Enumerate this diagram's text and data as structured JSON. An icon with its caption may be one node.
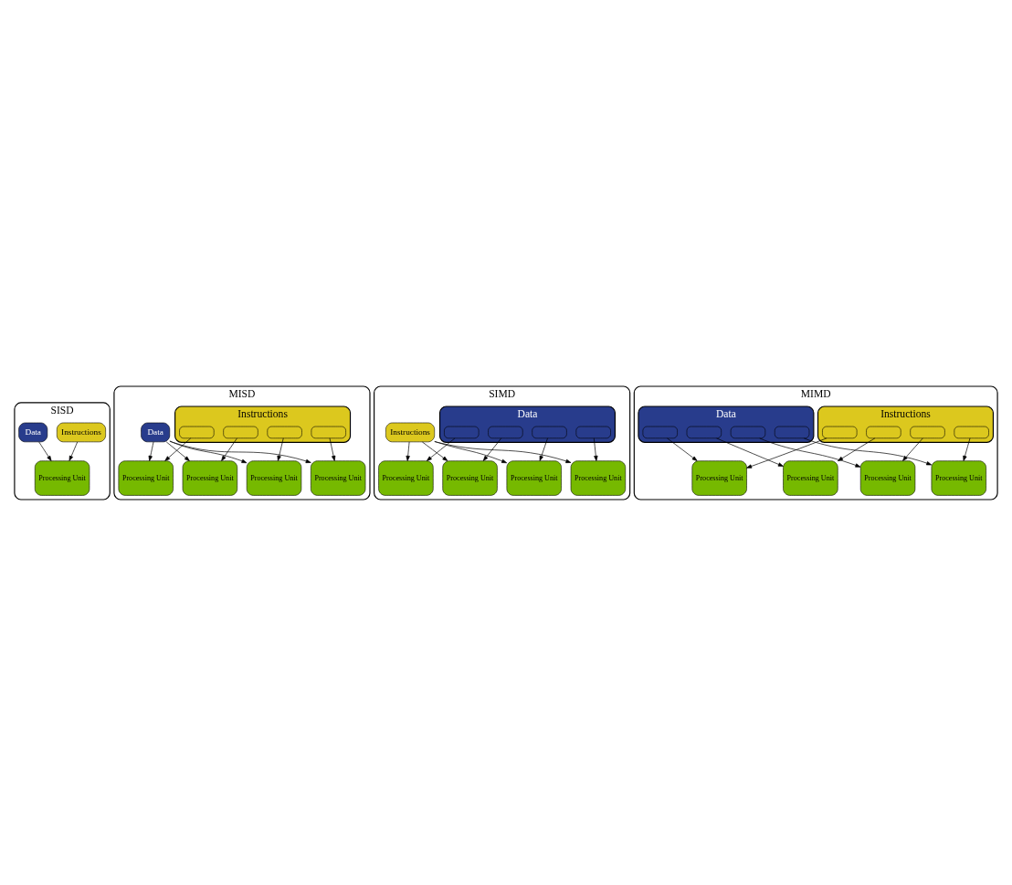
{
  "diagram": {
    "nodes": [
      {
        "text": [
          "SISD"
        ]
      },
      {
        "text": [
          "Instructions"
        ],
        "in": 0
      },
      {
        "text": [
          "Data"
        ],
        "in": 0
      },
      {
        "text": [
          "Processing Unit"
        ],
        "in": 0
      },
      {
        "text": [
          "MISD"
        ]
      },
      {
        "text": [
          "Instructions"
        ],
        "in": 4
      },
      {
        "text": [],
        "shape": "bar",
        "in": 5
      },
      {
        "text": [],
        "shape": "bar",
        "in": 5
      },
      {
        "text": [],
        "shape": "bar",
        "in": 5
      },
      {
        "text": [],
        "shape": "bar",
        "in": 5
      },
      {
        "text": [
          "Data"
        ],
        "in": 4
      },
      {
        "text": [
          "Processing Unit"
        ],
        "in": 4
      },
      {
        "text": [
          "Processing Unit"
        ],
        "in": 4
      },
      {
        "text": [
          "Processing Unit"
        ],
        "in": 4
      },
      {
        "text": [
          "Processing Unit"
        ],
        "in": 4
      },
      {
        "text": [
          "SIMD"
        ]
      },
      {
        "text": [
          "Instructions"
        ],
        "in": 15
      },
      {
        "text": [
          "Data"
        ],
        "in": 15
      },
      {
        "text": [],
        "shape": "bar",
        "in": 17
      },
      {
        "text": [],
        "shape": "bar",
        "in": 17
      },
      {
        "text": [],
        "shape": "bar",
        "in": 17
      },
      {
        "text": [],
        "shape": "bar",
        "in": 17
      },
      {
        "text": [
          "Processing Unit"
        ],
        "in": 15
      },
      {
        "text": [
          "Processing Unit"
        ],
        "in": 15
      },
      {
        "text": [
          "Processing Unit"
        ],
        "in": 15
      },
      {
        "text": [
          "Processing Unit"
        ],
        "in": 15
      },
      {
        "text": [
          "MIMD"
        ]
      },
      {
        "text": [
          "Instructions"
        ],
        "in": 26
      },
      {
        "text": [],
        "shape": "bar",
        "in": 27
      },
      {
        "text": [],
        "shape": "bar",
        "in": 27
      },
      {
        "text": [],
        "shape": "bar",
        "in": 27
      },
      {
        "text": [],
        "shape": "bar",
        "in": 27
      },
      {
        "text": [
          "Data"
        ],
        "in": 26
      },
      {
        "text": [],
        "shape": "bar",
        "in": 32
      },
      {
        "text": [],
        "shape": "bar",
        "in": 32
      },
      {
        "text": [],
        "shape": "bar",
        "in": 32
      },
      {
        "text": [],
        "shape": "bar",
        "in": 32
      },
      {
        "text": [
          "Processing Unit"
        ],
        "in": 26
      },
      {
        "text": [
          "Processing Unit"
        ],
        "in": 26
      },
      {
        "text": [
          "Processing Unit"
        ],
        "in": 26
      },
      {
        "text": [
          "Processing Unit"
        ],
        "in": 26
      }
    ],
    "edges": [
      {
        "from": 1,
        "to": 3,
        "arrow": "to"
      },
      {
        "from": 2,
        "to": 3,
        "arrow": "to"
      },
      {
        "from": 6,
        "to": 11,
        "arrow": "to"
      },
      {
        "from": 7,
        "to": 12,
        "arrow": "to"
      },
      {
        "from": 8,
        "to": 13,
        "arrow": "to"
      },
      {
        "from": 9,
        "to": 14,
        "arrow": "to"
      },
      {
        "from": 10,
        "to": 11,
        "arrow": "to"
      },
      {
        "from": 10,
        "to": 12,
        "arrow": "to"
      },
      {
        "from": 10,
        "to": 13,
        "arrow": "to"
      },
      {
        "from": 10,
        "to": 14,
        "arrow": "to"
      },
      {
        "from": 16,
        "to": 22,
        "arrow": "to"
      },
      {
        "from": 16,
        "to": 23,
        "arrow": "to"
      },
      {
        "from": 16,
        "to": 24,
        "arrow": "to"
      },
      {
        "from": 16,
        "to": 25,
        "arrow": "to"
      },
      {
        "from": 18,
        "to": 22,
        "arrow": "to"
      },
      {
        "from": 19,
        "to": 23,
        "arrow": "to"
      },
      {
        "from": 20,
        "to": 24,
        "arrow": "to"
      },
      {
        "from": 21,
        "to": 25,
        "arrow": "to"
      },
      {
        "from": 28,
        "to": 37,
        "arrow": "to"
      },
      {
        "from": 29,
        "to": 38,
        "arrow": "to"
      },
      {
        "from": 30,
        "to": 39,
        "arrow": "to"
      },
      {
        "from": 31,
        "to": 40,
        "arrow": "to"
      },
      {
        "from": 33,
        "to": 37,
        "arrow": "to"
      },
      {
        "from": 34,
        "to": 38,
        "arrow": "to"
      },
      {
        "from": 35,
        "to": 39,
        "arrow": "to"
      },
      {
        "from": 36,
        "to": 40,
        "arrow": "to"
      }
    ]
  }
}
